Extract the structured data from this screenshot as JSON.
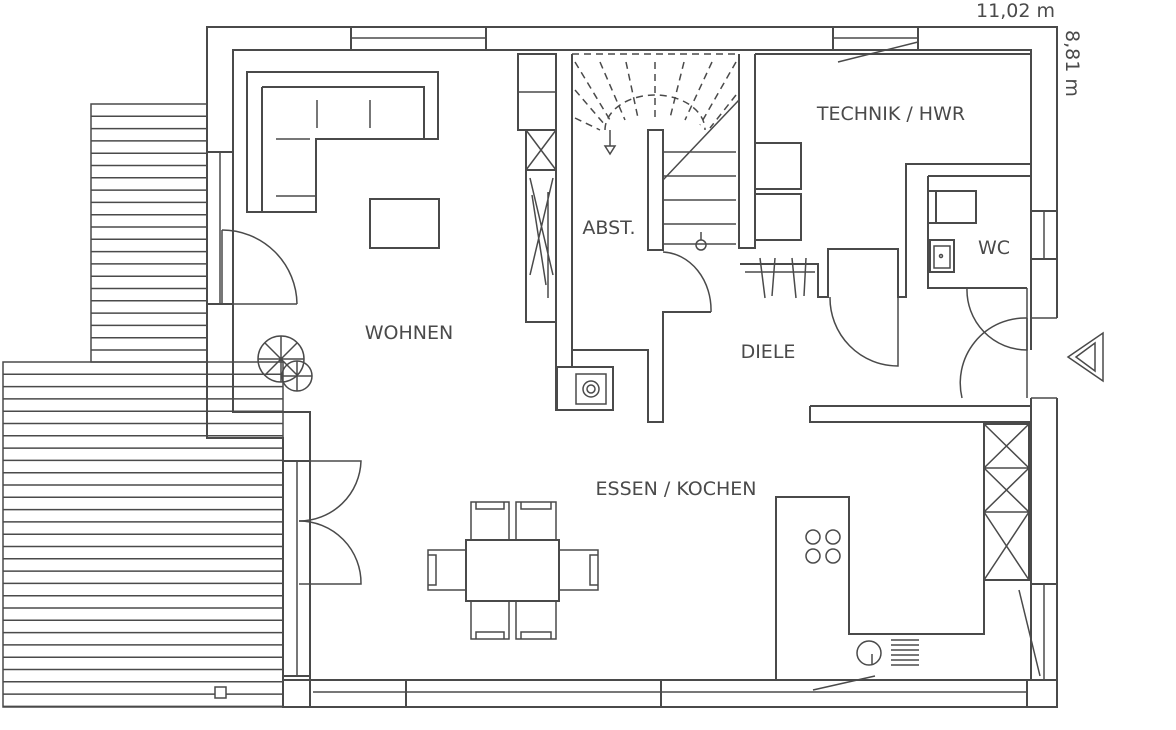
{
  "dimensions": {
    "width": "11,02 m",
    "depth": "8,81 m"
  },
  "rooms": {
    "wohnen": "WOHNEN",
    "abst": "ABST.",
    "technik": "TECHNIK / HWR",
    "wc": "WC",
    "diele": "DIELE",
    "essen": "ESSEN / KOCHEN"
  },
  "icons": {
    "entrance": "entrance-arrow-icon",
    "plant": "plant-icon",
    "stove": "stove-icon",
    "sink": "sink-icon"
  }
}
